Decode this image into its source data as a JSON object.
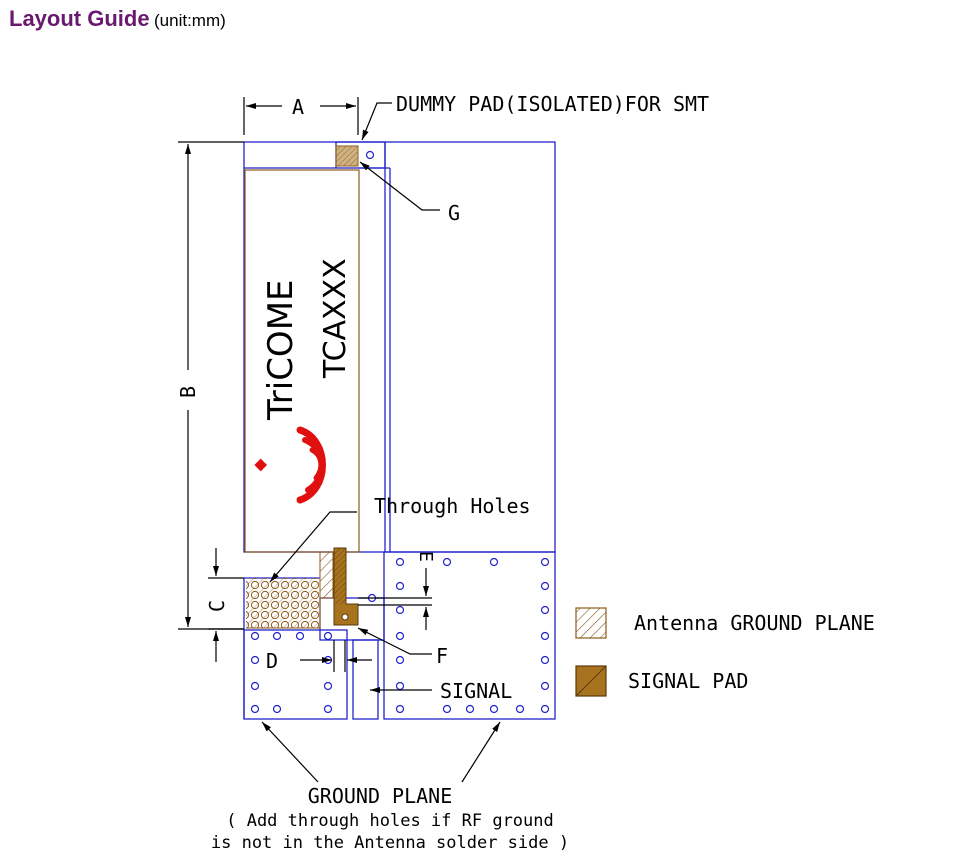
{
  "header": {
    "title": "Layout Guide",
    "unit": "(unit:mm)"
  },
  "labels": {
    "A": "A",
    "B": "B",
    "C": "C",
    "D": "D",
    "E": "E",
    "F": "F",
    "G": "G",
    "dummy_pad": "DUMMY PAD(ISOLATED)FOR SMT",
    "through_holes": "Through Holes",
    "signal": "SIGNAL",
    "ground_plane": "GROUND PLANE",
    "ground_note_1": "( Add through holes if RF ground",
    "ground_note_2": "is not in the Antenna solder side )"
  },
  "chip": {
    "brand": "TriCOME",
    "model": "TCAXXX"
  },
  "legend": [
    {
      "label": "Antenna GROUND PLANE",
      "swatch": "hatch"
    },
    {
      "label": "SIGNAL PAD",
      "swatch": "solid"
    }
  ],
  "colors": {
    "title": "#6a1a6e",
    "board_outline": "#2222cc",
    "antenna_brown": "#8b5a1a",
    "signal_pad": "#a8731f",
    "logo_red": "#e01010"
  }
}
